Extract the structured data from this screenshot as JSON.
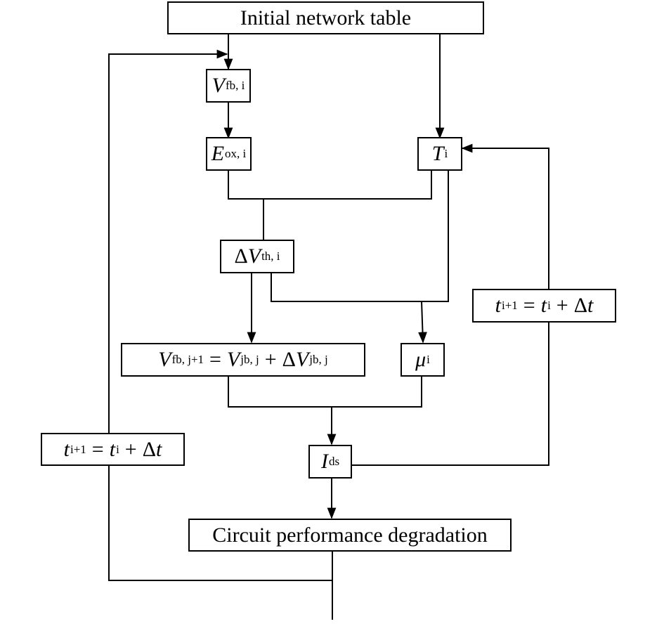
{
  "nodes": {
    "initial_table": {
      "text": "Initial network table"
    },
    "vfb_i": {
      "main": "V",
      "sub": "fb, i"
    },
    "eox_i": {
      "main": "E",
      "sub": "ox, i"
    },
    "t_i": {
      "main": "T",
      "sub": "i"
    },
    "dvth_i": {
      "delta": "Δ",
      "main": "V",
      "sub": "th, i"
    },
    "vfb_update": {
      "lhs_main": "V",
      "lhs_sub": "fb, j+1",
      "eq": "=",
      "rhs1_main": "V",
      "rhs1_sub": "jb, j",
      "plus": "+",
      "delta": "Δ",
      "rhs2_main": "V",
      "rhs2_sub": "jb, j"
    },
    "mu_i": {
      "main": "μ",
      "sub": "i"
    },
    "time_step_right": {
      "lhs_main": "t",
      "lhs_sub": "i+1",
      "eq": "=",
      "rhs_main": "t",
      "rhs_sub": "i",
      "plus": "+",
      "delta": "Δ",
      "dt": "t"
    },
    "time_step_left": {
      "lhs_main": "t",
      "lhs_sub": "i+1",
      "eq": "=",
      "rhs_main": "t",
      "rhs_sub": "i",
      "plus": "+",
      "delta": "Δ",
      "dt": "t"
    },
    "ids": {
      "main": "I",
      "sub": "ds"
    },
    "circuit_degradation": {
      "text": "Circuit performance degradation"
    }
  },
  "style": {
    "line_color": "#000000",
    "box_border": "#000000",
    "background": "#ffffff"
  }
}
